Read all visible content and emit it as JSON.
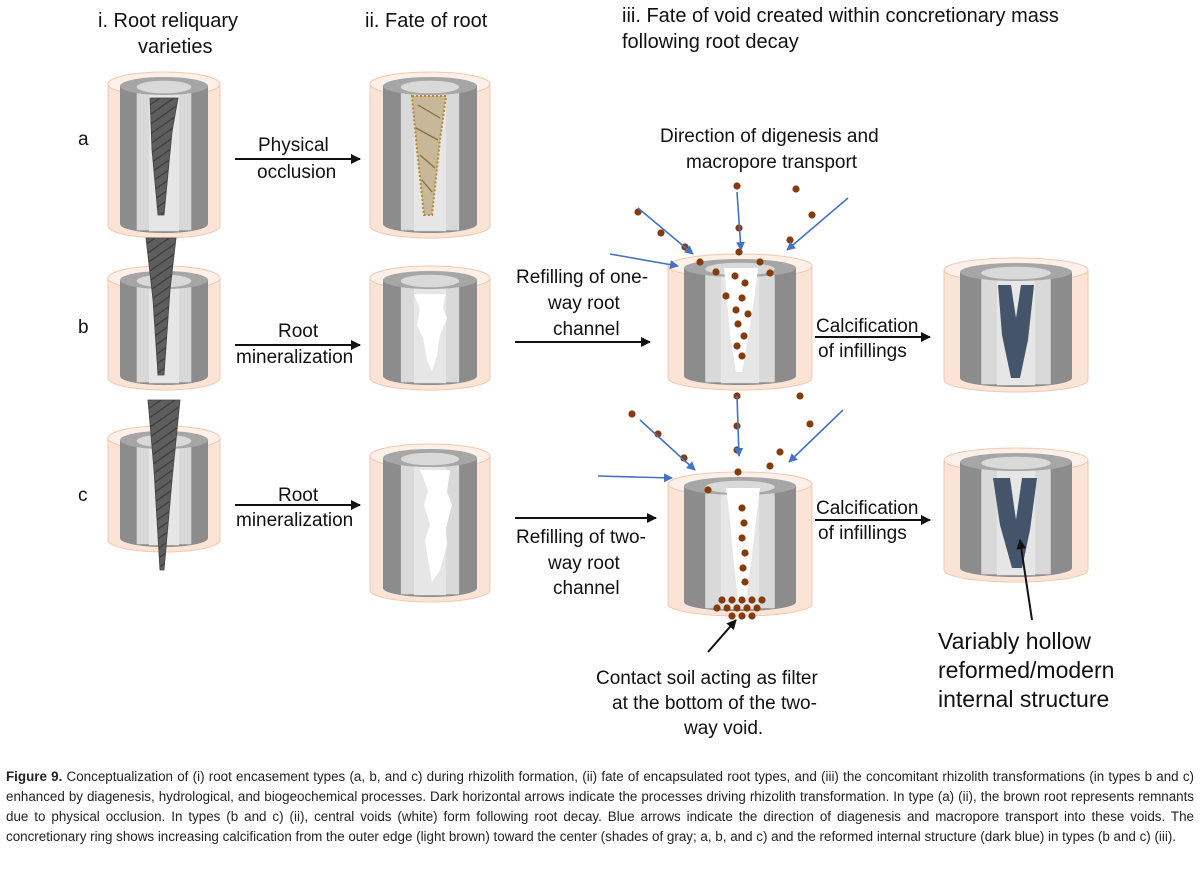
{
  "headers": {
    "col_i_line1": "i. Root reliquary",
    "col_i_line2": "varieties",
    "col_ii": "ii. Fate of root",
    "col_iii_line1": "iii. Fate of void created within concretionary mass",
    "col_iii_line2": "following root decay"
  },
  "rows": {
    "a": "a",
    "b": "b",
    "c": "c"
  },
  "processes": {
    "a_line1": "Physical",
    "a_line2": "occlusion",
    "b_line1": "Root",
    "b_line2": "mineralization",
    "c_line1": "Root",
    "c_line2": "mineralization"
  },
  "refill": {
    "b_line1": "Refilling of one-",
    "b_line2": "way root",
    "b_line3": "channel",
    "c_line1": "Refilling of two-",
    "c_line2": "way root",
    "c_line3": "channel"
  },
  "direction": {
    "line1": "Direction of digenesis and",
    "line2": "macropore transport"
  },
  "calcification": {
    "b_line1": "Calcification",
    "b_line2": "of  infillings",
    "c_line1": "Calcification",
    "c_line2": "of  infillings"
  },
  "contact_soil": {
    "line1": "Contact soil acting as filter",
    "line2": "at the bottom of the two-",
    "line3": "way void."
  },
  "structure_note": {
    "line1": "Variably hollow",
    "line2": "reformed/modern",
    "line3": "internal structure"
  },
  "caption": {
    "label": "Figure 9.",
    "text": " Conceptualization of (i) root encasement types (a, b, and c) during rhizolith formation, (ii) fate of encapsulated root types, and (iii) the concomitant rhizolith transformations (in types b and c) enhanced by diagenesis, hydrological, and biogeochemical processes. Dark horizontal arrows indicate the processes driving rhizolith transformation. In type (a) (ii), the brown root represents remnants due to physical occlusion. In types (b and c) (ii), central voids (white) form following root decay. Blue arrows indicate the direction of diagenesis and macropore transport into these voids. The concretionary ring shows increasing calcification from the outer edge (light brown) toward the center (shades of gray; a, b, and c) and the reformed internal structure (dark blue) in types (b and c) (iii)."
  },
  "colors": {
    "outer_ring": "#fbe4d6",
    "gray_ring": "#8c8c8c",
    "core": "#d9d9d9",
    "root": "#595959",
    "brown_dot": "#843c0c",
    "blue_arrow": "#4472c4",
    "reformed": "#44546a"
  }
}
